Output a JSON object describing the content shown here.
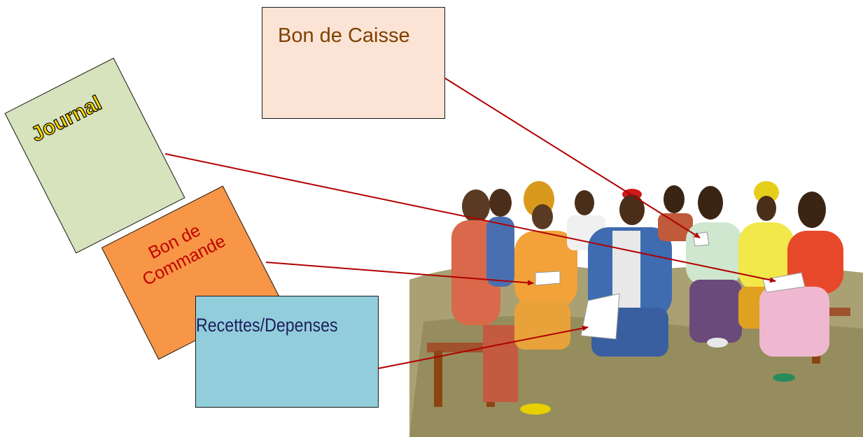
{
  "cards": {
    "journal": "Journal",
    "bon_de_caisse": "Bon de Caisse",
    "bon_de_commande": "Bon de Commande",
    "recettes_depenses": "Recettes/Depenses"
  },
  "colors": {
    "journal_fill": "#d6e3bc",
    "caisse_fill": "#fbe4d5",
    "commande_fill": "#f79646",
    "recettes_fill": "#92cddc",
    "arrow": "#b00000"
  },
  "illustration": "group-meeting-illustration"
}
